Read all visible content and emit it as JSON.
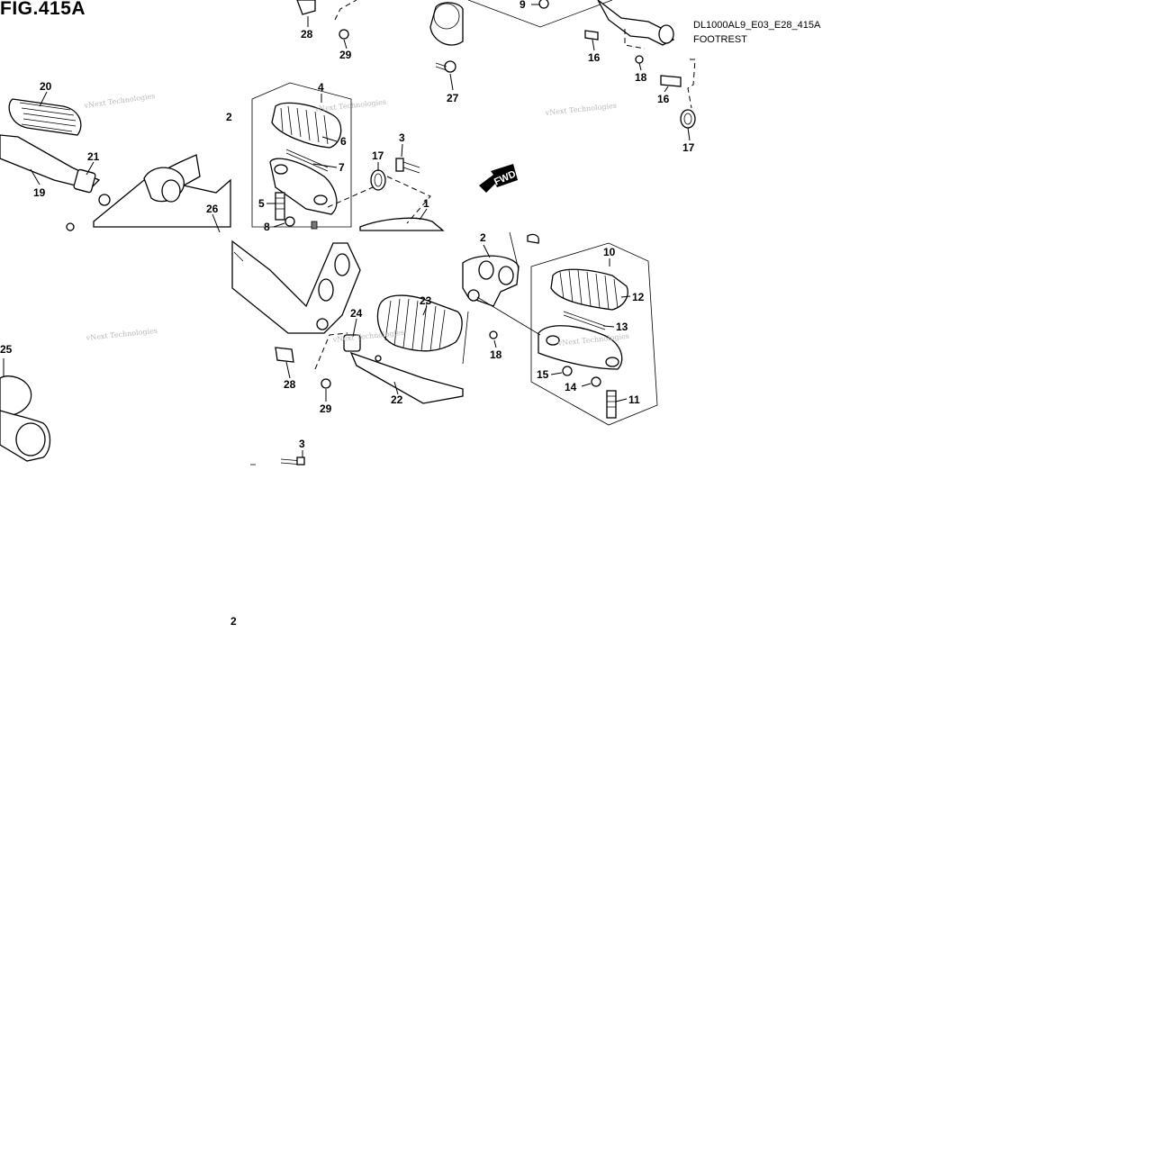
{
  "figure": {
    "title": "FIG.415A",
    "code": "DL1000AL9_E03_E28_415A",
    "name": "FOOTREST"
  },
  "fwd_label": "FWD",
  "watermark": "vNext Technologies",
  "callouts": [
    "20",
    "21",
    "19",
    "26",
    "4",
    "6",
    "7",
    "5",
    "8",
    "3",
    "17",
    "1",
    "28",
    "29",
    "27",
    "9",
    "16",
    "18",
    "16",
    "17",
    "2",
    "10",
    "12",
    "13",
    "15",
    "14",
    "11",
    "24",
    "23",
    "28",
    "29",
    "22",
    "18",
    "25",
    "3",
    "2"
  ]
}
